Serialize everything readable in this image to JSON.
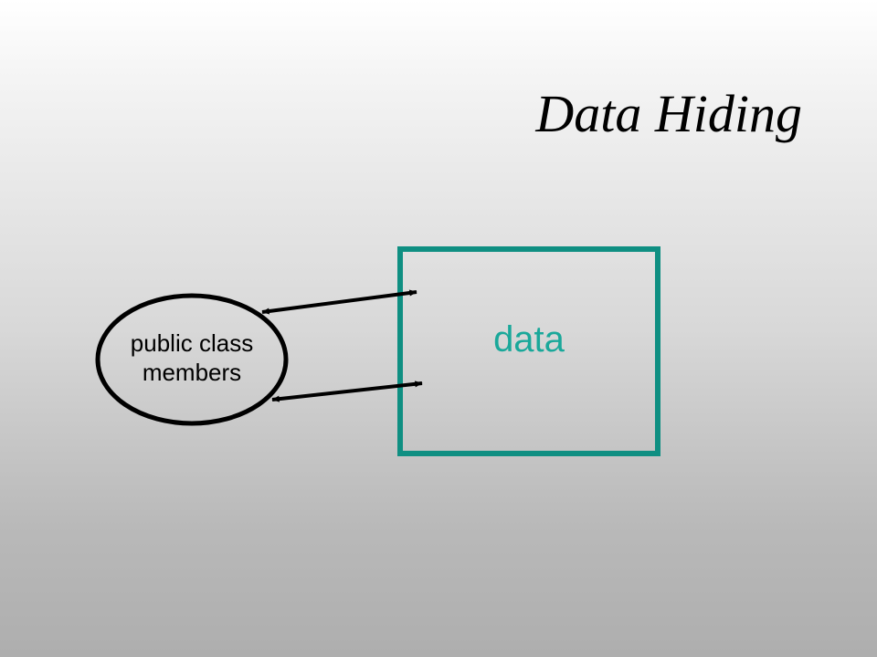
{
  "slide": {
    "title": "Data Hiding"
  },
  "diagram": {
    "oval": {
      "label_line1": "public class",
      "label_line2": "members",
      "stroke_color": "#000000"
    },
    "box": {
      "label": "data",
      "border_color": "#0f8f82",
      "label_color": "#1aa89a"
    },
    "arrows": {
      "count": 2,
      "style": "double-headed",
      "color": "#000000"
    }
  }
}
